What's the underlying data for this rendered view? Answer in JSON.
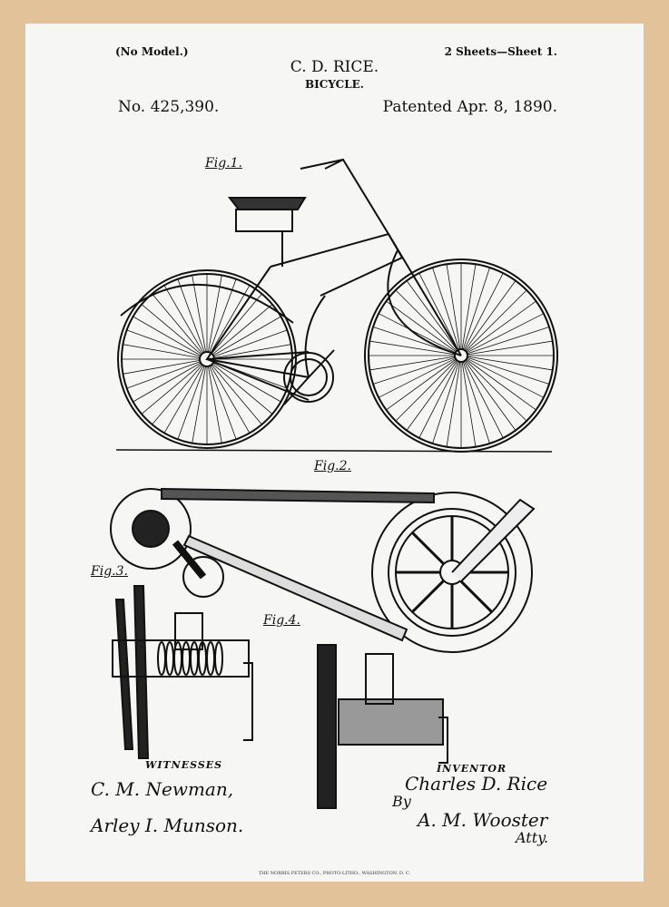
{
  "header": {
    "model_note": "(No Model.)",
    "sheets": "2 Sheets—Sheet 1.",
    "inventor_name": "C. D. RICE.",
    "title": "BICYCLE.",
    "patent_number": "No. 425,390.",
    "patent_date": "Patented Apr. 8, 1890."
  },
  "figures": {
    "fig1": "Fig.1.",
    "fig2": "Fig.2.",
    "fig3": "Fig.3.",
    "fig4": "Fig.4."
  },
  "signatures": {
    "witnesses_label": "WITNESSES",
    "witness1": "C. M. Newman,",
    "witness2": "Arley I. Munson.",
    "inventor_label": "INVENTOR",
    "inventor": "Charles D. Rice",
    "by": "By",
    "attorney": "A. M. Wooster",
    "atty": "Atty."
  },
  "footer": "THE NORRIS PETERS CO., PHOTO-LITHO., WASHINGTON, D. C.",
  "colors": {
    "frame": "#e2c298",
    "paper": "#f6f6f5",
    "ink": "#111111"
  }
}
